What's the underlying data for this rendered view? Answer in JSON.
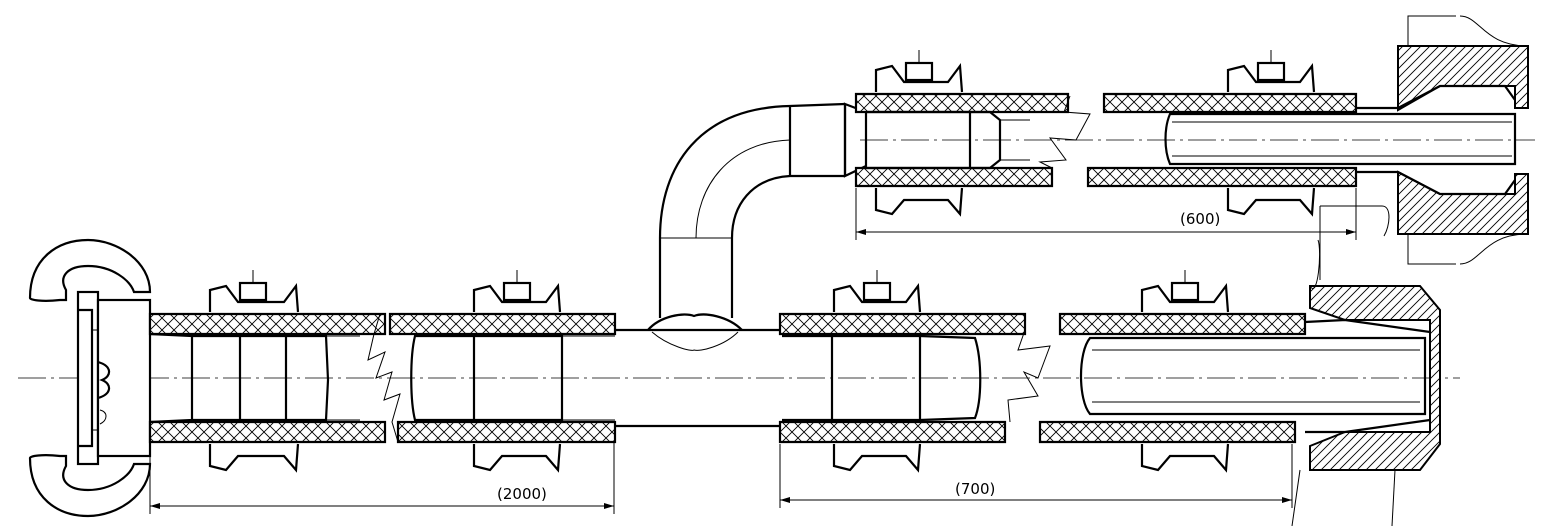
{
  "dimensions": [
    {
      "id": "dim-lower-left",
      "label": "(2000)"
    },
    {
      "id": "dim-lower-right",
      "label": "(700)"
    },
    {
      "id": "dim-upper",
      "label": "(600)"
    }
  ]
}
